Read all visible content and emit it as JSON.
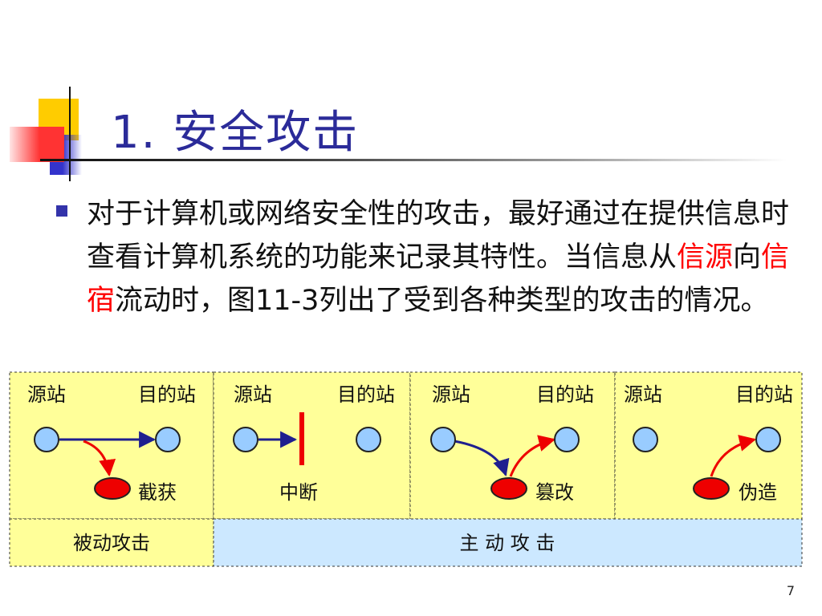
{
  "slide": {
    "title": "1.  安全攻击",
    "paragraph": {
      "part1": "对于计算机或网络安全性的攻击，最好通过在提供信息时查看计算机系统的功能来记录其特性。当信息从",
      "source_word": "信源",
      "part2": "向",
      "dest_word": "信宿",
      "part3": "流动时，图11-3列出了受到各种类型的攻击的情况。"
    },
    "page_number": "7"
  },
  "diagram": {
    "panels": [
      {
        "source_label": "源站",
        "dest_label": "目的站",
        "attack_label": "截获"
      },
      {
        "source_label": "源站",
        "dest_label": "目的站",
        "attack_label": "中断"
      },
      {
        "source_label": "源站",
        "dest_label": "目的站",
        "attack_label": "篡改"
      },
      {
        "source_label": "源站",
        "dest_label": "目的站",
        "attack_label": "伪造"
      }
    ],
    "passive_label": "被动攻击",
    "active_label": "主 动 攻 击",
    "colors": {
      "panel_bg": "#ffff99",
      "active_bg": "#cce8ff",
      "node_fill": "#99ccff",
      "attacker_fill": "#ee0000",
      "arrow_normal": "#1f1f8f",
      "arrow_attack": "#ee0000"
    }
  }
}
